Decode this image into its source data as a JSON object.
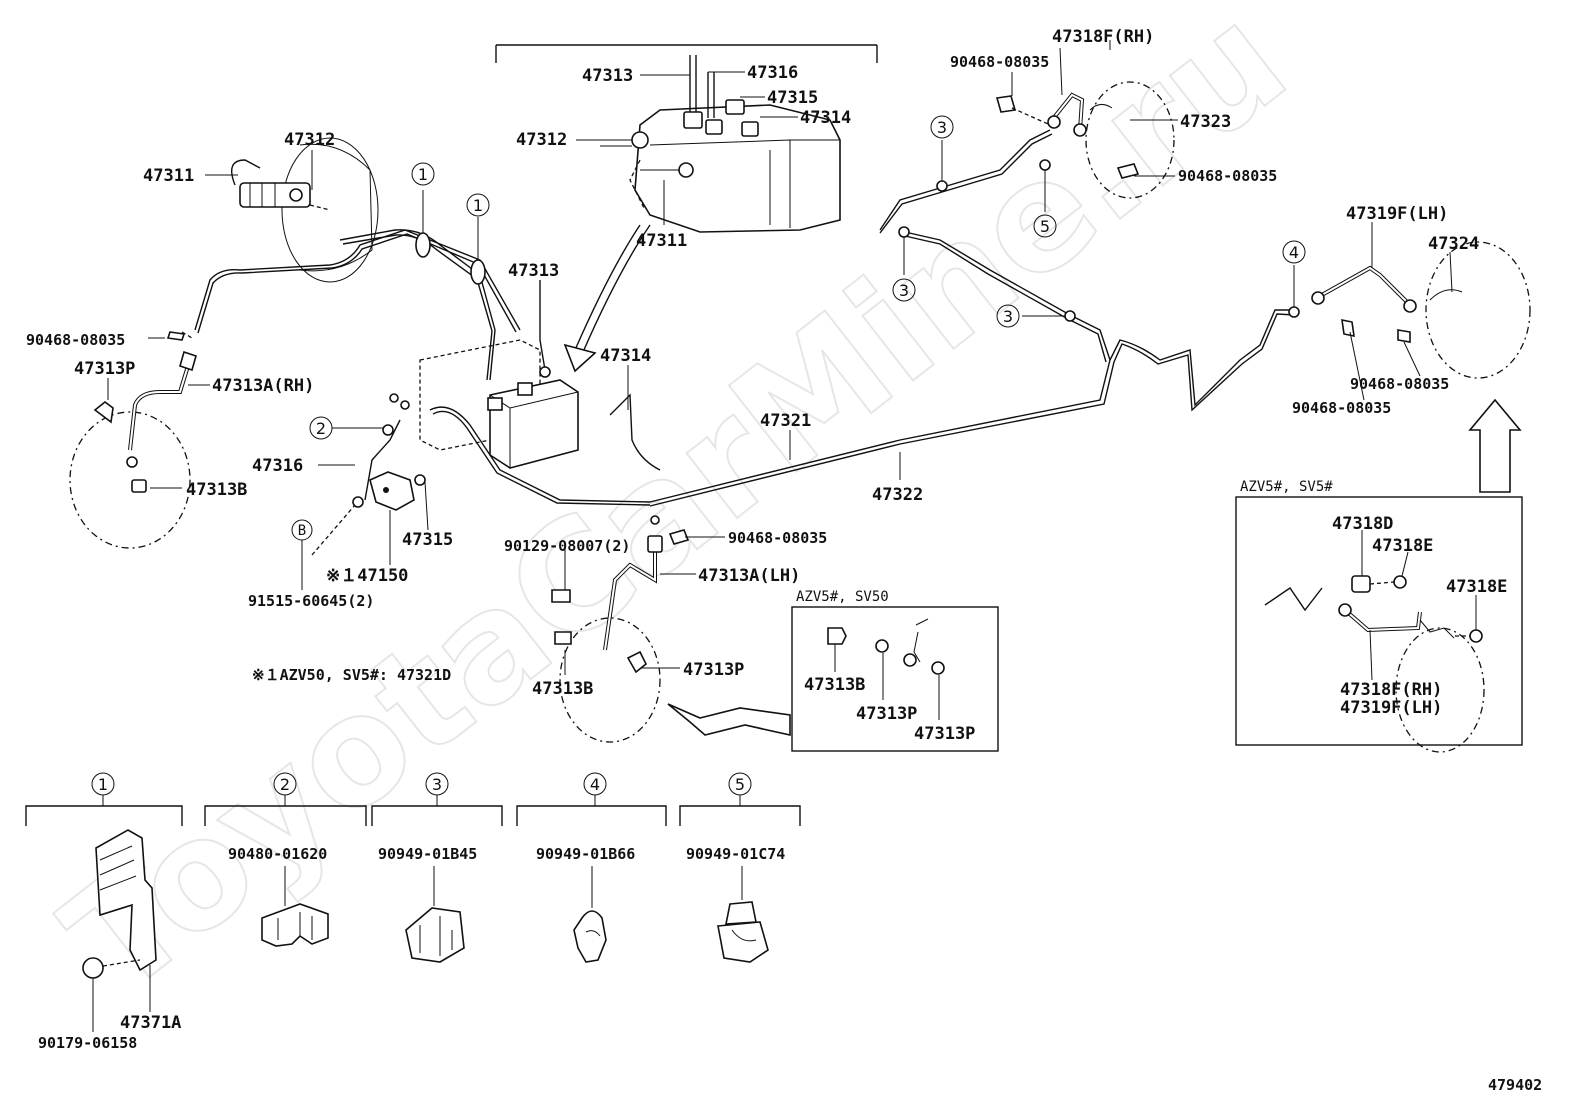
{
  "watermark": "ToyotaCarMine.ru",
  "figure_number": "479402",
  "callouts": {
    "p47311_a": "47311",
    "p47312_a": "47312",
    "p47313_a": "47313",
    "p47316_a": "47316",
    "p47315_a": "47315",
    "p47314_a": "47314",
    "p47312_b": "47312",
    "p47311_b": "47311",
    "p47313_b": "47313",
    "p47314_b": "47314",
    "p47321": "47321",
    "p47322": "47322",
    "p47316_b": "47316",
    "p47315_b": "47315",
    "p47150": "※１47150",
    "p91515": "91515-60645(2)",
    "p90468_left": "90468-08035",
    "p47313P_left": "47313P",
    "p47313A_rh": "47313A(RH)",
    "p47313B_left": "47313B",
    "p90129": "90129-08007(2)",
    "p90468_center": "90468-08035",
    "p47313A_lh": "47313A(LH)",
    "p47313B_center": "47313B",
    "p47313P_center": "47313P",
    "note_1": "※１AZV50, SV5#: 47321D",
    "p47318F_rh_top": "47318F(RH)",
    "p90468_tr1": "90468-08035",
    "p47323": "47323",
    "p90468_tr2": "90468-08035",
    "p47319F_lh_top": "47319F(LH)",
    "p47324": "47324",
    "p90468_r1": "90468-08035",
    "p90468_r2": "90468-08035"
  },
  "markers": {
    "m1": "1",
    "m2": "2",
    "m3": "3",
    "m4": "4",
    "m5": "5",
    "mB": "B"
  },
  "inset_azv50": {
    "title": "AZV5#, SV50",
    "p47313B": "47313B",
    "p47313P_a": "47313P",
    "p47313P_b": "47313P"
  },
  "inset_azv5": {
    "title": "AZV5#, SV5#",
    "p47318D": "47318D",
    "p47318E_a": "47318E",
    "p47318E_b": "47318E",
    "p47318F_rh": "47318F(RH)",
    "p47319F_lh": "47319F(LH)"
  },
  "clips": [
    {
      "marker": "1",
      "part": "47371A",
      "bolt": "90179-06158"
    },
    {
      "marker": "2",
      "part": "90480-01620"
    },
    {
      "marker": "3",
      "part": "90949-01B45"
    },
    {
      "marker": "4",
      "part": "90949-01B66"
    },
    {
      "marker": "5",
      "part": "90949-01C74"
    }
  ]
}
